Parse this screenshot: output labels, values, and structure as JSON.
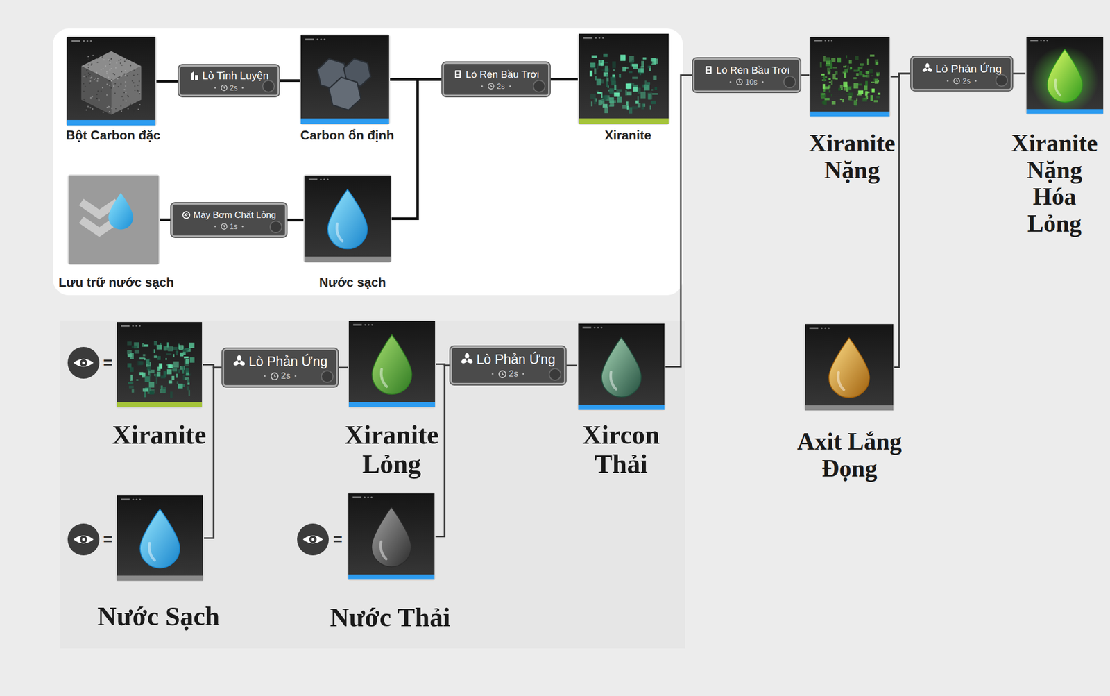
{
  "diagram": {
    "nodes": [
      {
        "text": [
          "Bột Carbon đặc"
        ]
      },
      {
        "text": [
          "Lò Tinh Luyện",
          "2s"
        ]
      },
      {
        "text": [
          "Carbon ổn định"
        ]
      },
      {
        "text": [
          "Lò Rèn Bầu Trời",
          "2s"
        ]
      },
      {
        "text": [
          "Xiranite"
        ]
      },
      {
        "text": [
          "Lò Rèn Bầu Trời",
          "10s"
        ]
      },
      {
        "text": [
          "Xiranite Nặng"
        ]
      },
      {
        "text": [
          "Lò Phản Ứng",
          "2s"
        ]
      },
      {
        "text": [
          "Xiranite Nặng Hóa Lỏng"
        ]
      },
      {
        "text": [
          "Lưu trữ nước sạch"
        ]
      },
      {
        "text": [
          "Máy Bơm Chất Lỏng",
          "1s"
        ]
      },
      {
        "text": [
          "Nước sạch"
        ]
      },
      {
        "text": [
          "Xiranite"
        ]
      },
      {
        "text": [
          "Lò Phản Ứng",
          "2s"
        ]
      },
      {
        "text": [
          "Xiranite Lỏng"
        ]
      },
      {
        "text": [
          "Lò Phản Ứng",
          "2s"
        ]
      },
      {
        "text": [
          "Xircon Thải"
        ]
      },
      {
        "text": [
          "Axit Lắng Đọng"
        ]
      },
      {
        "text": [
          "Nước Sạch"
        ]
      },
      {
        "text": [
          "Nước Thải"
        ]
      }
    ],
    "edges": [
      {
        "from": 0,
        "to": 1,
        "arrow": "none"
      },
      {
        "from": 1,
        "to": 2,
        "arrow": "none"
      },
      {
        "from": 2,
        "to": 3,
        "arrow": "none"
      },
      {
        "from": 11,
        "to": 3,
        "arrow": "none"
      },
      {
        "from": 3,
        "to": 4,
        "arrow": "none"
      },
      {
        "from": 9,
        "to": 10,
        "arrow": "none"
      },
      {
        "from": 10,
        "to": 11,
        "arrow": "none"
      },
      {
        "from": 16,
        "to": 5,
        "arrow": "none"
      },
      {
        "from": 5,
        "to": 6,
        "arrow": "none"
      },
      {
        "from": 6,
        "to": 7,
        "arrow": "none"
      },
      {
        "from": 17,
        "to": 7,
        "arrow": "none"
      },
      {
        "from": 7,
        "to": 8,
        "arrow": "none"
      },
      {
        "from": 12,
        "to": 13,
        "arrow": "none"
      },
      {
        "from": 18,
        "to": 13,
        "arrow": "none"
      },
      {
        "from": 13,
        "to": 14,
        "arrow": "none"
      },
      {
        "from": 14,
        "to": 15,
        "arrow": "none"
      },
      {
        "from": 19,
        "to": 15,
        "arrow": "none"
      },
      {
        "from": 15,
        "to": 16,
        "arrow": "none"
      }
    ],
    "labels": [
      "=",
      "=",
      "="
    ]
  }
}
